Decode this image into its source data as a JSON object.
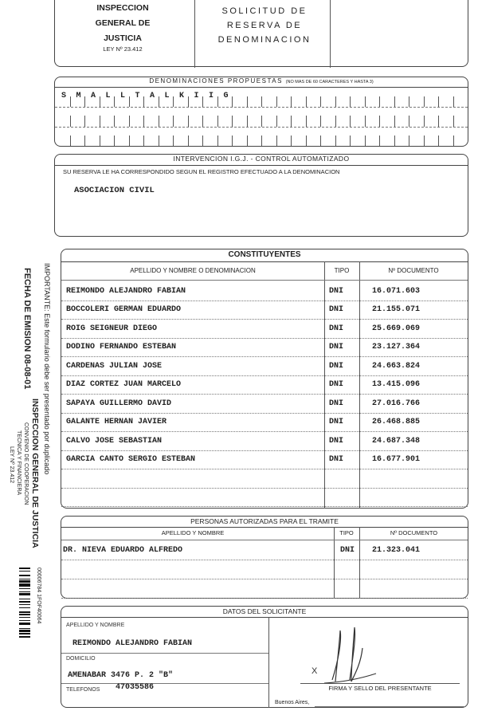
{
  "header": {
    "org": "INSPECCION\nGENERAL DE\nJUSTICIA",
    "law": "LEY Nº 23.412",
    "title": "SOLICITUD DE\nRESERVA DE\nDENOMINACION"
  },
  "proposed": {
    "title": "DENOMINACIONES PROPUESTAS",
    "note": "(NO MAS DE 60 CARACTERES Y HASTA 3)",
    "name_chars": [
      "S",
      "M",
      "A",
      "L",
      "L",
      "T",
      "A",
      "L",
      "K",
      "I",
      "I",
      "G"
    ]
  },
  "igj": {
    "title": "INTERVENCION I.G.J. - CONTROL AUTOMATIZADO",
    "text": "SU RESERVA LE HA CORRESPONDIDO SEGUN EL REGISTRO EFECTUADO A LA DENOMINACION",
    "denomination": "ASOCIACION CIVIL"
  },
  "constituyentes": {
    "title": "CONSTITUYENTES",
    "col_name": "APELLIDO Y NOMBRE O DENOMINACION",
    "col_type": "TIPO",
    "col_doc": "Nº DOCUMENTO",
    "rows": [
      {
        "name": "REIMONDO ALEJANDRO FABIAN",
        "type": "DNI",
        "doc": "16.071.603"
      },
      {
        "name": "BOCCOLERI GERMAN EDUARDO",
        "type": "DNI",
        "doc": "21.155.071"
      },
      {
        "name": "ROIG SEIGNEUR DIEGO",
        "type": "DNI",
        "doc": "25.669.069"
      },
      {
        "name": "DODINO FERNANDO ESTEBAN",
        "type": "DNI",
        "doc": "23.127.364"
      },
      {
        "name": "CARDENAS JULIAN JOSE",
        "type": "DNI",
        "doc": "24.663.824"
      },
      {
        "name": "DIAZ CORTEZ JUAN MARCELO",
        "type": "DNI",
        "doc": "13.415.096"
      },
      {
        "name": "SAPAYA GUILLERMO DAVID",
        "type": "DNI",
        "doc": "27.016.766"
      },
      {
        "name": "GALANTE HERNAN JAVIER",
        "type": "DNI",
        "doc": "26.468.885"
      },
      {
        "name": "CALVO JOSE SEBASTIAN",
        "type": "DNI",
        "doc": "24.687.348"
      },
      {
        "name": "GARCIA CANTO SERGIO ESTEBAN",
        "type": "DNI",
        "doc": "16.677.901"
      }
    ]
  },
  "autorizadas": {
    "title": "PERSONAS AUTORIZADAS PARA EL TRAMITE",
    "col_name": "APELLIDO Y NOMBRE",
    "col_type": "TIPO",
    "col_doc": "Nº DOCUMENTO",
    "rows": [
      {
        "name": "DR. NIEVA EDUARDO ALFREDO",
        "type": "DNI",
        "doc": "21.323.041"
      }
    ]
  },
  "solicitante": {
    "title": "DATOS DEL SOLICITANTE",
    "name_label": "APELLIDO Y NOMBRE",
    "name": "REIMONDO ALEJANDRO FABIAN",
    "address_label": "DOMICILIO",
    "address": "AMENABAR 3476 P. 2 \"B\"",
    "phone_label": "TELEFONOS",
    "phone": "47035586",
    "signature_label": "FIRMA Y SELLO DEL PRESENTANTE",
    "place": "Buenos Aires,"
  },
  "side": {
    "issue_date": "FECHA DE EMISION 08-08-01",
    "important": "IMPORTANTE: Este formulario debe ser presentado por duplicado",
    "org_line": "INSPECCION GENERAL DE JUSTICIA",
    "agreement": "CONVENIO DE COOPERACION",
    "agreement2": "TECNICA Y FINANCIERA",
    "law": "LEY Nº 23.412",
    "barcode_number": "00006784 1FOF40064"
  }
}
